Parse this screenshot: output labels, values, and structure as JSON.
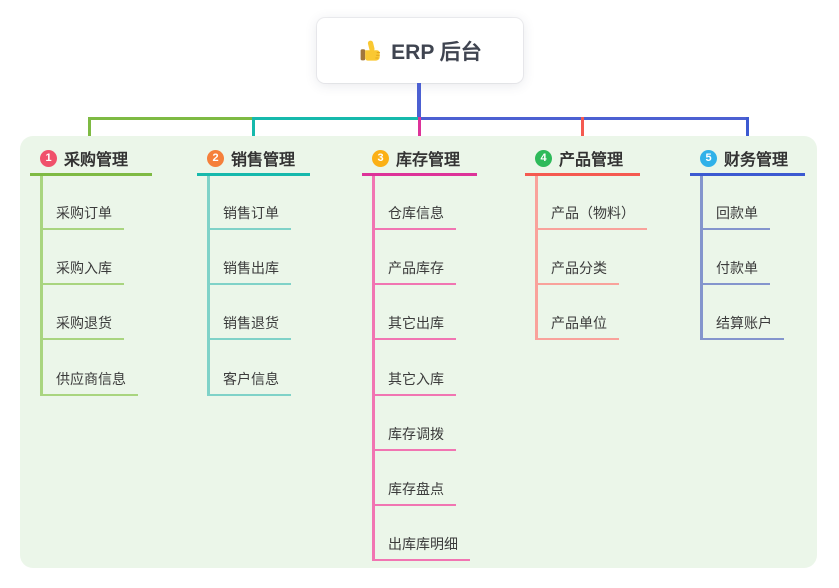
{
  "root": {
    "title": "ERP 后台",
    "icon": "thumbs-up",
    "line_color": "#4c60d2"
  },
  "panel": {
    "bg_color": "#ebf6e9"
  },
  "branches": [
    {
      "badge": "1",
      "label": "采购管理",
      "badge_color": "#f0516b",
      "line_color": "#7eba43",
      "child_line_color": "#a9d57f",
      "children": [
        "采购订单",
        "采购入库",
        "采购退货",
        "供应商信息"
      ]
    },
    {
      "badge": "2",
      "label": "销售管理",
      "badge_color": "#f5803b",
      "line_color": "#16b9ac",
      "child_line_color": "#7fd2c8",
      "children": [
        "销售订单",
        "销售出库",
        "销售退货",
        "客户信息"
      ]
    },
    {
      "badge": "3",
      "label": "库存管理",
      "badge_color": "#fbb016",
      "line_color": "#dd3399",
      "child_line_color": "#f175b2",
      "children": [
        "仓库信息",
        "产品库存",
        "其它出库",
        "其它入库",
        "库存调拨",
        "库存盘点",
        "出库库明细"
      ]
    },
    {
      "badge": "4",
      "label": "产品管理",
      "badge_color": "#2eba5a",
      "line_color": "#f55a50",
      "child_line_color": "#f9a29b",
      "children": [
        "产品（物料）",
        "产品分类",
        "产品单位"
      ]
    },
    {
      "badge": "5",
      "label": "财务管理",
      "badge_color": "#30b1e9",
      "line_color": "#3c5ad1",
      "child_line_color": "#8495cd",
      "children": [
        "回款单",
        "付款单",
        "结算账户"
      ]
    }
  ]
}
